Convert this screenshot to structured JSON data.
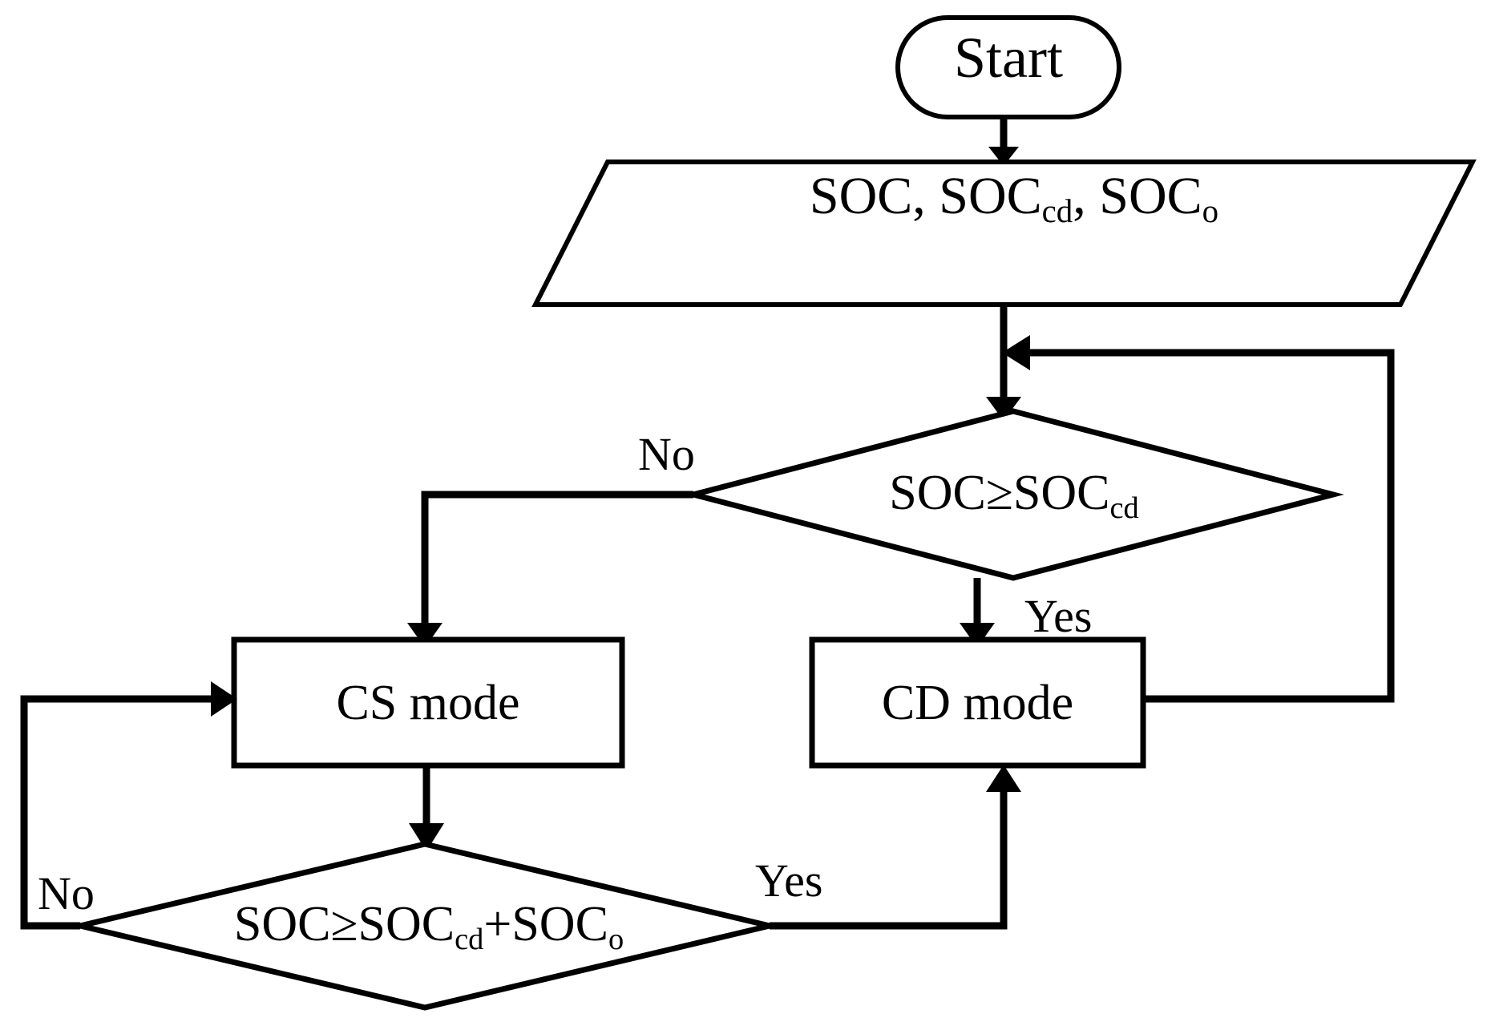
{
  "diagram": {
    "title": "Energy management mode selection flowchart",
    "background_color": "#ffffff",
    "stroke_color": "#000000",
    "nodes": {
      "start": {
        "label": "Start",
        "shape": "terminator"
      },
      "input": {
        "label": "SOC, SOC",
        "sub1": "cd",
        "mid": ", SOC",
        "sub2": "o",
        "shape": "parallelogram"
      },
      "decision1": {
        "label": "SOC≥SOC",
        "sub1": "cd",
        "shape": "diamond"
      },
      "cs_mode": {
        "label": "CS mode",
        "shape": "process"
      },
      "cd_mode": {
        "label": "CD mode",
        "shape": "process"
      },
      "decision2": {
        "label": "SOC≥SOC",
        "sub1": "cd",
        "mid": "+SOC",
        "sub2": "o",
        "shape": "diamond"
      }
    },
    "edges": {
      "decision1_no": "No",
      "decision1_yes": "Yes",
      "decision2_no": "No",
      "decision2_yes": "Yes"
    }
  }
}
